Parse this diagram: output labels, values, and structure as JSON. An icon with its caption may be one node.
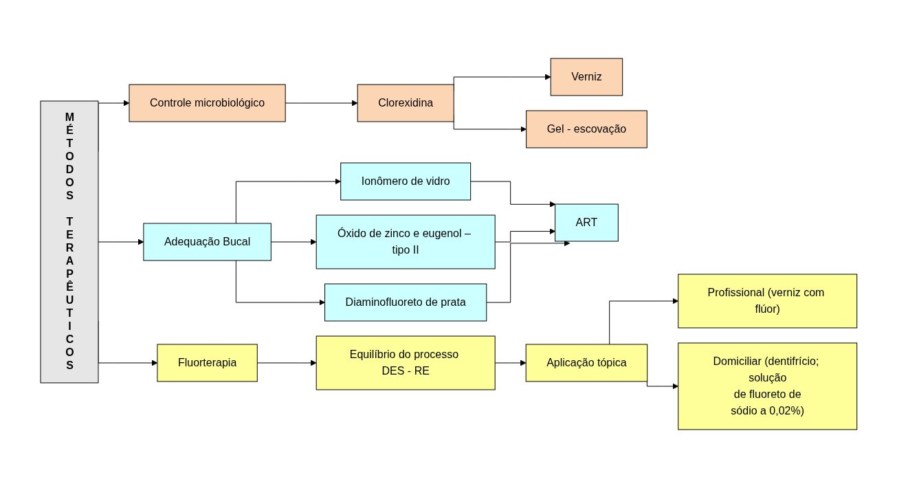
{
  "diagram": {
    "nodes": [
      {
        "text": [
          "MÉTODOS TERAPÊUTICOS"
        ]
      },
      {
        "text": [
          "Controle microbiológico"
        ]
      },
      {
        "text": [
          "Clorexidina"
        ]
      },
      {
        "text": [
          "Verniz"
        ]
      },
      {
        "text": [
          "Gel - escovação"
        ]
      },
      {
        "text": [
          "Adequação Bucal"
        ]
      },
      {
        "text": [
          "Ionômero de vidro"
        ]
      },
      {
        "text": [
          "Óxido de zinco e eugenol – tipo II"
        ]
      },
      {
        "text": [
          "Diaminofluoreto de prata"
        ]
      },
      {
        "text": [
          "ART"
        ]
      },
      {
        "text": [
          "Fluorterapia"
        ]
      },
      {
        "text": [
          "Equilíbrio do processo DES - RE"
        ]
      },
      {
        "text": [
          "Aplicação tópica"
        ]
      },
      {
        "text": [
          "Profissional (verniz com flúor)"
        ]
      },
      {
        "text": [
          "Domiciliar (dentifrício; solução de fluoreto de sódio a 0,02%)"
        ]
      }
    ],
    "edges": [
      {
        "from": 0,
        "to": 1,
        "arrow": "to"
      },
      {
        "from": 0,
        "to": 5,
        "arrow": "to"
      },
      {
        "from": 0,
        "to": 10,
        "arrow": "to"
      },
      {
        "from": 1,
        "to": 2,
        "arrow": "to"
      },
      {
        "from": 2,
        "to": 3,
        "arrow": "to"
      },
      {
        "from": 2,
        "to": 4,
        "arrow": "to"
      },
      {
        "from": 5,
        "to": 6,
        "arrow": "to"
      },
      {
        "from": 5,
        "to": 7,
        "arrow": "to"
      },
      {
        "from": 5,
        "to": 8,
        "arrow": "to"
      },
      {
        "from": 6,
        "to": 9,
        "arrow": "to"
      },
      {
        "from": 7,
        "to": 9,
        "arrow": "to"
      },
      {
        "from": 8,
        "to": 9,
        "arrow": "to"
      },
      {
        "from": 10,
        "to": 11,
        "arrow": "to"
      },
      {
        "from": 11,
        "to": 12,
        "arrow": "to"
      },
      {
        "from": 12,
        "to": 13,
        "arrow": "to"
      },
      {
        "from": 12,
        "to": 14,
        "arrow": "to"
      }
    ]
  }
}
